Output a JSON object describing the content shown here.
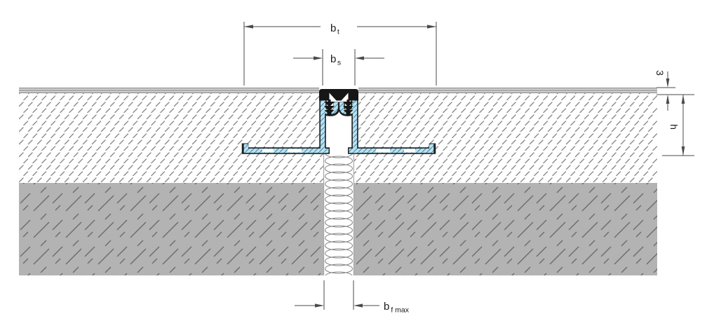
{
  "drawing": {
    "title": "expansion-joint-profile-cross-section",
    "dim_bt": {
      "base": "b",
      "sub": "t"
    },
    "dim_bs": {
      "base": "b",
      "sub": "s"
    },
    "dim_bf": {
      "base": "b",
      "sub": "f max"
    },
    "dim_h": "h",
    "dim_three": "3",
    "colors": {
      "background": "#ffffff",
      "covering_fill": "#d4d4d4",
      "covering_lines": "#8f8f8f",
      "screed_hatch": "#8f8f8f",
      "slab_fill": "#b3b3b3",
      "slab_hatch": "#6e6e6e",
      "filler_coil": "#8a8a8a",
      "filler_edge": "#9a9a9a",
      "aluminum_fill": "#b9e2f0",
      "aluminum_hatch": "#4e90b4",
      "profile_outline": "#1f1f1f",
      "insert": "#161616",
      "dimension_lines": "#4a4a4a",
      "text": "#1a1a1a"
    }
  }
}
